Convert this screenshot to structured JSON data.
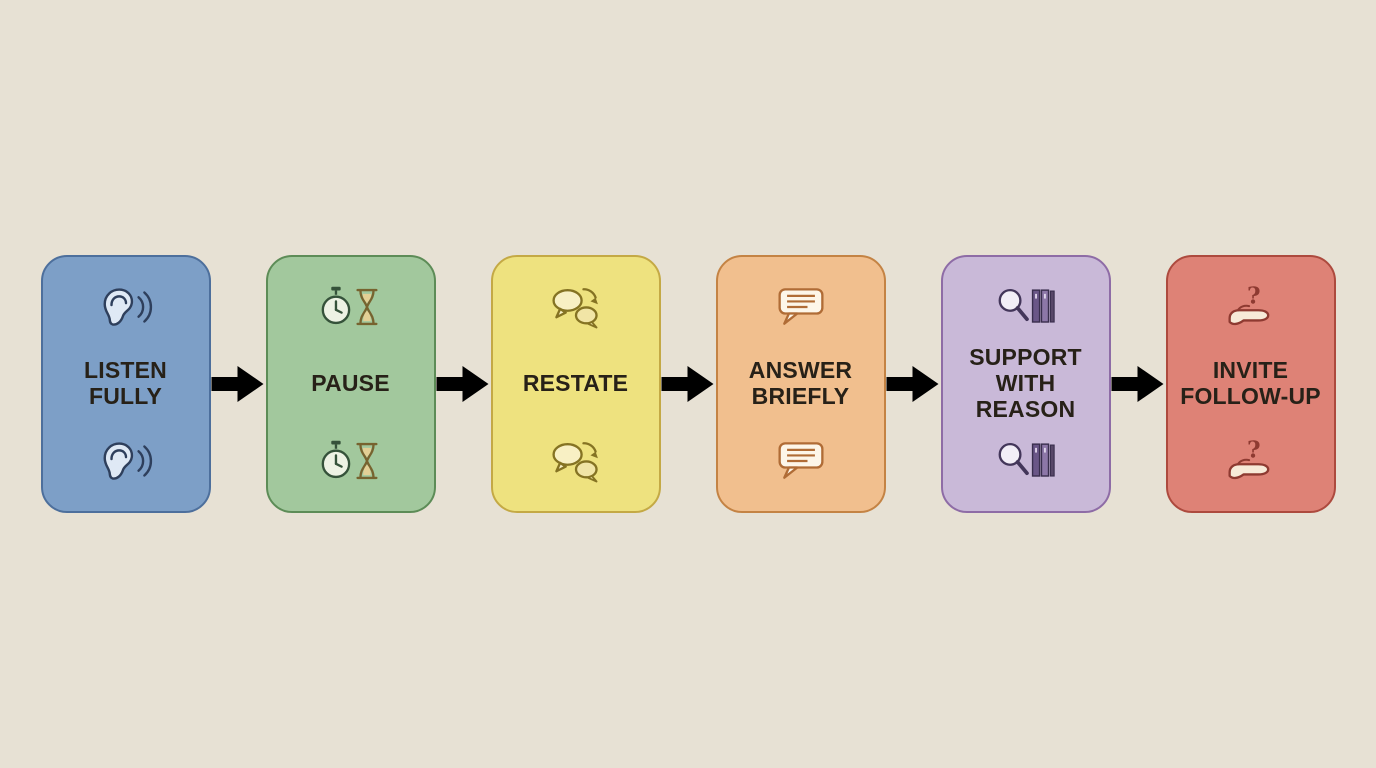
{
  "diagram": {
    "background_color": "#e7e1d4",
    "text_color": "#272118",
    "steps": [
      {
        "label": "LISTEN FULLY",
        "icon": "ear-sound-waves-icon",
        "fill": "#7d9fc7",
        "border": "#4d6f9c"
      },
      {
        "label": "PAUSE",
        "icon": "stopwatch-hourglass-icon",
        "fill": "#a2c89d",
        "border": "#5d8c57"
      },
      {
        "label": "RESTATE",
        "icon": "speech-bubbles-cycle-icon",
        "fill": "#eee27f",
        "border": "#c4a945"
      },
      {
        "label": "ANSWER BRIEFLY",
        "icon": "chat-message-icon",
        "fill": "#f1bf8e",
        "border": "#c48344"
      },
      {
        "label": "SUPPORT WITH REASON",
        "icon": "magnifier-books-icon",
        "fill": "#c9b9d8",
        "border": "#8e6ca6"
      },
      {
        "label": "INVITE FOLLOW-UP",
        "icon": "hand-question-icon",
        "fill": "#de8276",
        "border": "#ad4a3e"
      }
    ],
    "arrow_colors": [
      "#a7aeb9",
      "#a9b3a3",
      "#beb59c",
      "#d2a478",
      "#b0aab8"
    ]
  }
}
